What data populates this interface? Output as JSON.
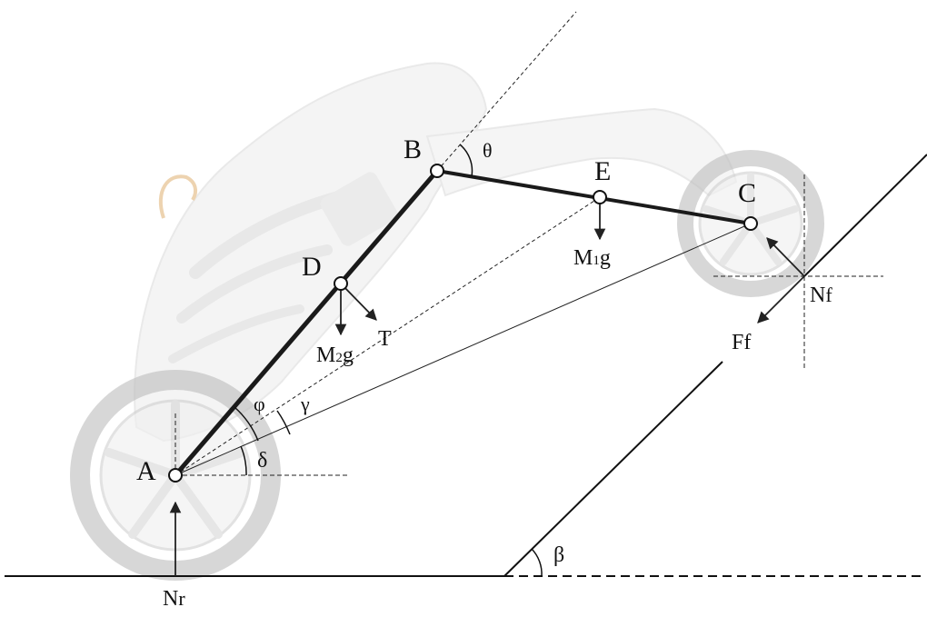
{
  "points": {
    "A": "A",
    "B": "B",
    "C": "C",
    "D": "D",
    "E": "E"
  },
  "angles": {
    "theta": "θ",
    "phi": "φ",
    "gamma": "γ",
    "delta": "δ",
    "beta": "β"
  },
  "forces": {
    "T": "T",
    "Ff": "Ff",
    "Nf_main": "N",
    "Nf_sub": "f",
    "Nr_main": "N",
    "Nr_sub": "r",
    "M1g_pre": "M",
    "M1g_sub": "1",
    "M1g_post": "g",
    "M2g_pre": "M",
    "M2g_sub": "2",
    "M2g_post": "g"
  },
  "colors": {
    "link": "#1a1a1a",
    "line": "#111111",
    "robot": "#e9e9e9",
    "robot_edge": "#cfcfcf",
    "wheel": "#bdbdbd"
  }
}
